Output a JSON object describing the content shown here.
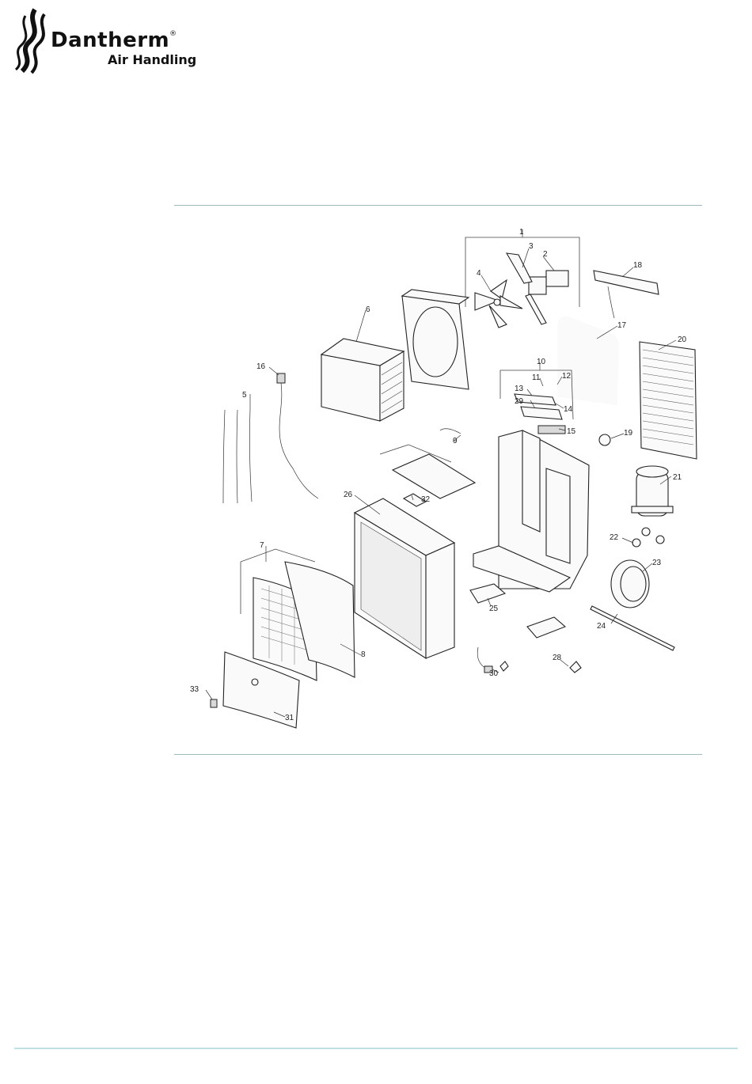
{
  "header": {
    "brand": "Dantherm",
    "registered": "®",
    "subtitle": "Air Handling"
  },
  "diagram": {
    "callouts": [
      "1",
      "2",
      "3",
      "4",
      "5",
      "6",
      "7",
      "8",
      "9",
      "10",
      "11",
      "12",
      "13",
      "14",
      "15",
      "16",
      "17",
      "18",
      "19",
      "20",
      "21",
      "22",
      "23",
      "24",
      "25",
      "26",
      "28",
      "29",
      "30",
      "31",
      "32",
      "33"
    ]
  }
}
